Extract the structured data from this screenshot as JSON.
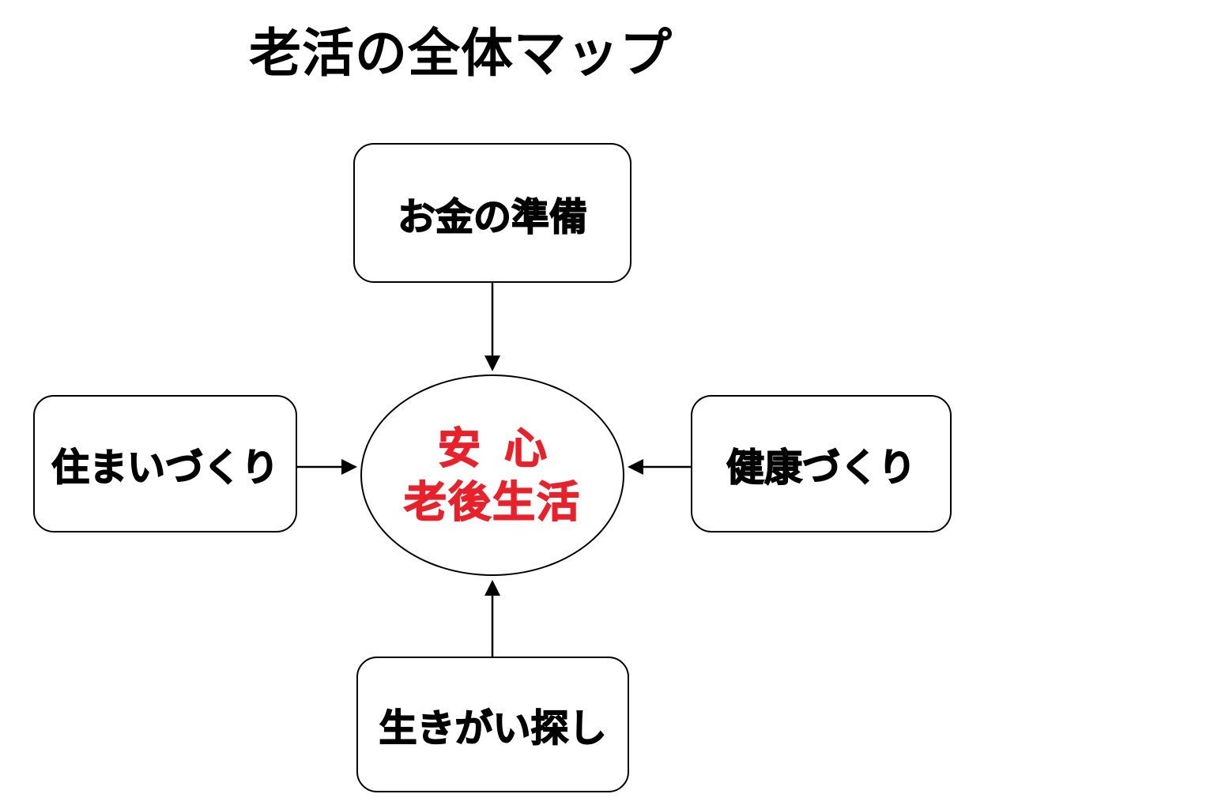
{
  "title": "老活の全体マップ",
  "nodes": {
    "top": "お金の準備",
    "left": "住まいづくり",
    "right": "健康づくり",
    "bottom": "生きがい探し"
  },
  "center": {
    "line1": "安心",
    "line2": "老後生活"
  },
  "colors": {
    "center_text": "#e8212b",
    "box_text": "#000000",
    "lines": "#000000"
  }
}
